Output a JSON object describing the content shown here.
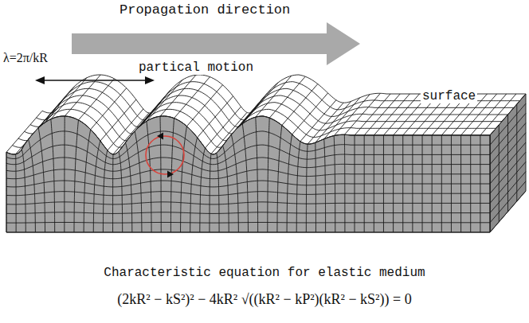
{
  "diagram": {
    "labels": [
      "Propagation direction",
      "λ=2π/kR",
      "partical motion",
      "surface",
      "Characteristic equation for elastic medium",
      "(2kR² − kS²)² − 4kR² √((kR² − kP²)(kR² − kS²)) = 0"
    ]
  }
}
